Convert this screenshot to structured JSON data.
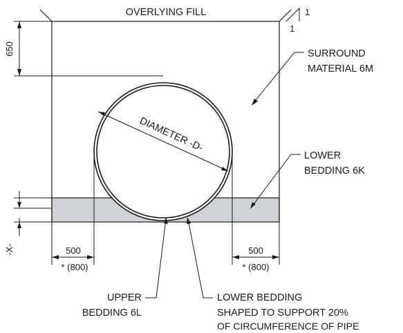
{
  "labels": {
    "overlying_fill": "OVERLYING FILL",
    "slope_rise": "1",
    "slope_run": "1",
    "dim_650": "650",
    "surround_line1": "SURROUND",
    "surround_line2": "MATERIAL 6M",
    "diameter": "DIAMETER -D-",
    "lower_bedding_line1": "LOWER",
    "lower_bedding_line2": "BEDDING 6K",
    "dim_x": "-X-",
    "left_width": "500",
    "left_width_alt": "* (800)",
    "right_width": "500",
    "right_width_alt": "* (800)",
    "upper_bedding_line1": "UPPER",
    "upper_bedding_line2": "BEDDING 6L",
    "shaped_line1": "LOWER BEDDING",
    "shaped_line2": "SHAPED TO SUPPORT 20%",
    "shaped_line3": "OF CIRCUMFERENCE OF PIPE"
  },
  "colors": {
    "bedding_fill": "#cfd2d6",
    "line": "#1a1a1a"
  }
}
